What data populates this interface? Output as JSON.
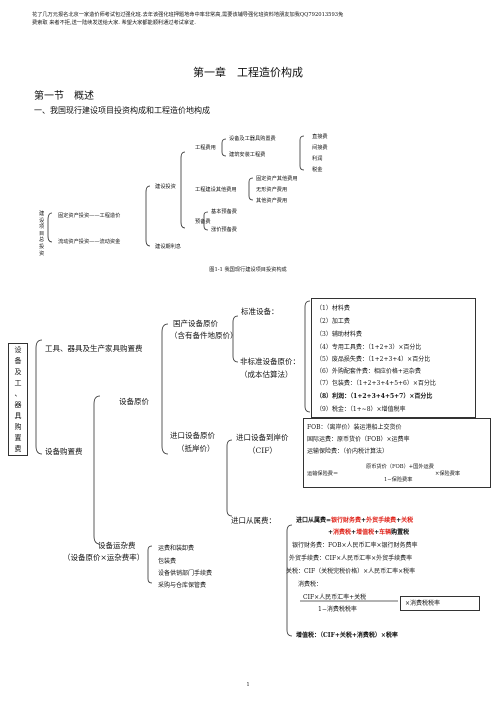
{
  "header": {
    "line1": "花了几万元报名北京一家造价师考试包过强化班.去年该强化班押题地命中率非常高,需要该辅导强化班资料地朋友加我QQ792013593免",
    "line2": "费索取 来者不拒,送一陆续发送给大家. 希望大家都能顺利通过考试拿证."
  },
  "chapter_title": "第一章　工程造价构成",
  "section_title": "第一节　概述",
  "subsection_title": "一、我国现行建设项目投资构成和工程造价地构成",
  "fig1": {
    "root": [
      "建",
      "设",
      "项",
      "目",
      "总",
      "投",
      "资"
    ],
    "fixed_asset": "固定资产投资——工程造价",
    "working_capital": "流动资产投资——流动资金",
    "construction_investment": "建设投资",
    "interest": "建设期利息",
    "engineering_cost": "工程费用",
    "other_cost": "工程建设其他费用",
    "reserve": "预备费",
    "equipment": "设备及工器具购置费",
    "installation": "建筑安装工程费",
    "direct": "直接费",
    "indirect": "间接费",
    "profit": "利润",
    "tax": "税金",
    "land_cost": "固定资产其他费用",
    "intangible": "无形资产费用",
    "other_asset": "其他资产费用",
    "basic_reserve": "基本预备费",
    "price_reserve": "涨价预备费",
    "caption": "图1-1 我国现行建设项目投资构成"
  },
  "fig2": {
    "left_box": [
      "设",
      "备",
      "及",
      "工",
      "、",
      "器",
      "具",
      "购",
      "置",
      "费"
    ],
    "tools": "工具、器具及生产家具购置费",
    "equipment_purchase": "设备购置费",
    "original_price": "设备原价",
    "domestic_line1": "国产设备原价",
    "domestic_line2": "（含有备件地原价）",
    "standard": "标准设备：",
    "nonstandard_line1": "非标准设备原价：",
    "nonstandard_line2": "（成本估算法）",
    "items": [
      "（1）材料费",
      "（2）加工费",
      "（3）辅助材料费",
      "（4）专用工具费：（1+2+3）×百分比",
      "（5）废品损失费：（1+2+3+4）×百分比",
      "（6）外购配套件费：相应价格+运杂费",
      "（7）包装费：（1+2+3+4+5+6）×百分比",
      "（8）利润：（1+2+3+4+5+7）×百分比",
      "（9）税金：（1+~8）×增值税率"
    ],
    "import_line1": "进口设备原价",
    "import_line2": "（抵岸价）",
    "to_port_line1": "进口设备到岸价",
    "to_port_line2": "（CIF）",
    "fob_line1": "FOB：（离岸价）装运港船上交货价",
    "fob_line2": "国际运费：原币货价（FOB）×运费率",
    "fob_line3": "运输保险费：（价内税计算法）",
    "ins_label": "运输保险费＝",
    "ins_numer": "原币货价（FOB）+国外运费",
    "ins_denom": "1−保险费率",
    "ins_tail": "×保险费率",
    "import_fees": "进口从属费：",
    "formula_prefix": "进口从属费=",
    "formula_bank": "银行财务费",
    "formula_plus1": "+",
    "formula_trade": "外贸手续费",
    "formula_plus2": "+",
    "formula_tariff": "关税",
    "formula2_plus": "+",
    "formula2_consume": "消费税",
    "formula2_plus2": "+",
    "formula2_vat": "增值税",
    "formula2_plus3": "+",
    "formula2_vehicle": "车辆",
    "formula2_tail": "购置税",
    "bank_fee": "银行财务费：FOB×人民币汇率×银行财务费率",
    "trade_fee": "外贸手续费：CIF×人民币汇率×外贸手续费率",
    "tariff": "关税：CIF（关税完税价格）×人民币汇率×税率",
    "consume_label": "消费税：",
    "consume_numer": "CIF×人民币汇率+关税",
    "consume_denom": "1−消费税税率",
    "consume_tail": "×消费税税率",
    "vat": "增值税：（CIF+关税+消费税）×税率",
    "transport_line1": "设备运杂费",
    "transport_line2": "（设备原价×运杂费率）",
    "transport_items": [
      "运费和装卸费",
      "包装费",
      "设备供销部门手续费",
      "采购与仓库保管费"
    ]
  },
  "page_number": "1"
}
